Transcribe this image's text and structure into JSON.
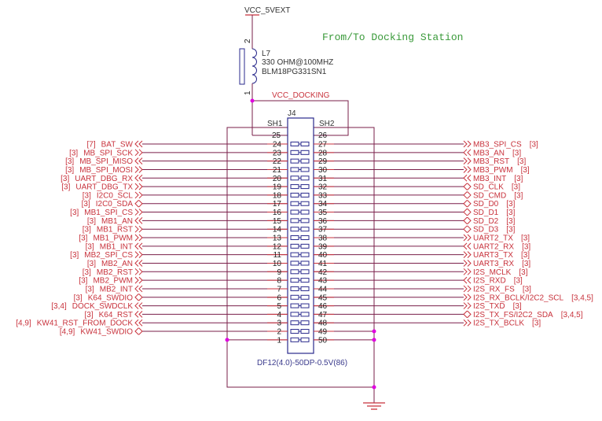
{
  "title_note": "From/To Docking Station",
  "power": {
    "top_net": "VCC_5VEXT",
    "docking_net": "VCC_DOCKING"
  },
  "inductor": {
    "ref": "L7",
    "value": "330 OHM@100MHZ",
    "part": "BLM18PG331SN1",
    "pin_top": "2",
    "pin_bottom": "1"
  },
  "connector": {
    "ref": "J4",
    "part": "DF12(4.0)-50DP-0.5V(86)",
    "sh1": "SH1",
    "sh2": "SH2",
    "top_left_pin": "25",
    "top_right_pin": "26",
    "ground_left_pin": "1",
    "ground_right_pins": [
      "49",
      "50"
    ]
  },
  "colors": {
    "wire": "#7a1f4a",
    "net_label": "#c8323c",
    "junction": "#e000e0",
    "connector": "#2a2a8c"
  },
  "left_nets": [
    {
      "pin": "24",
      "name": "BAT_SW",
      "ref": "[7]",
      "dir": "in"
    },
    {
      "pin": "23",
      "name": "MB_SPI_SCK",
      "ref": "[3]",
      "dir": "out"
    },
    {
      "pin": "22",
      "name": "MB_SPI_MISO",
      "ref": "[3]",
      "dir": "in"
    },
    {
      "pin": "21",
      "name": "MB_SPI_MOSI",
      "ref": "[3]",
      "dir": "out"
    },
    {
      "pin": "20",
      "name": "UART_DBG_RX",
      "ref": "[3]",
      "dir": "in"
    },
    {
      "pin": "19",
      "name": "UART_DBG_TX",
      "ref": "[3]",
      "dir": "out"
    },
    {
      "pin": "18",
      "name": "I2C0_SCL",
      "ref": "[3]",
      "dir": "out"
    },
    {
      "pin": "17",
      "name": "I2C0_SDA",
      "ref": "[3]",
      "dir": "bi"
    },
    {
      "pin": "16",
      "name": "MB1_SPI_CS",
      "ref": "[3]",
      "dir": "out"
    },
    {
      "pin": "15",
      "name": "MB1_AN",
      "ref": "[3]",
      "dir": "in"
    },
    {
      "pin": "14",
      "name": "MB1_RST",
      "ref": "[3]",
      "dir": "out"
    },
    {
      "pin": "13",
      "name": "MB1_PWM",
      "ref": "[3]",
      "dir": "out"
    },
    {
      "pin": "12",
      "name": "MB1_INT",
      "ref": "[3]",
      "dir": "in"
    },
    {
      "pin": "11",
      "name": "MB2_SPI_CS",
      "ref": "[3]",
      "dir": "out"
    },
    {
      "pin": "10",
      "name": "MB2_AN",
      "ref": "[3]",
      "dir": "in"
    },
    {
      "pin": "9",
      "name": "MB2_RST",
      "ref": "[3]",
      "dir": "out"
    },
    {
      "pin": "8",
      "name": "MB2_PWM",
      "ref": "[3]",
      "dir": "out"
    },
    {
      "pin": "7",
      "name": "MB2_INT",
      "ref": "[3]",
      "dir": "in"
    },
    {
      "pin": "6",
      "name": "K64_SWDIO",
      "ref": "[3]",
      "dir": "bi"
    },
    {
      "pin": "5",
      "name": "DOCK_SWDCLK",
      "ref": "[3,4]",
      "dir": "in"
    },
    {
      "pin": "4",
      "name": "K64_RST",
      "ref": "[3]",
      "dir": "in"
    },
    {
      "pin": "3",
      "name": "KW41_RST_FROM_DOCK",
      "ref": "[4,9]",
      "dir": "in"
    },
    {
      "pin": "2",
      "name": "KW41_SWDIO",
      "ref": "[4,9]",
      "dir": "bi"
    }
  ],
  "right_nets": [
    {
      "pin": "27",
      "name": "MB3_SPI_CS",
      "ref": "[3]",
      "dir": "in"
    },
    {
      "pin": "28",
      "name": "MB3_AN",
      "ref": "[3]",
      "dir": "out"
    },
    {
      "pin": "29",
      "name": "MB3_RST",
      "ref": "[3]",
      "dir": "in"
    },
    {
      "pin": "30",
      "name": "MB3_PWM",
      "ref": "[3]",
      "dir": "in"
    },
    {
      "pin": "31",
      "name": "MB3_INT",
      "ref": "[3]",
      "dir": "out"
    },
    {
      "pin": "32",
      "name": "SD_CLK",
      "ref": "[3]",
      "dir": "bi"
    },
    {
      "pin": "33",
      "name": "SD_CMD",
      "ref": "[3]",
      "dir": "bi"
    },
    {
      "pin": "34",
      "name": "SD_D0",
      "ref": "[3]",
      "dir": "bi"
    },
    {
      "pin": "35",
      "name": "SD_D1",
      "ref": "[3]",
      "dir": "bi"
    },
    {
      "pin": "36",
      "name": "SD_D2",
      "ref": "[3]",
      "dir": "bi"
    },
    {
      "pin": "37",
      "name": "SD_D3",
      "ref": "[3]",
      "dir": "bi"
    },
    {
      "pin": "38",
      "name": "UART2_TX",
      "ref": "[3]",
      "dir": "in"
    },
    {
      "pin": "39",
      "name": "UART2_RX",
      "ref": "[3]",
      "dir": "out"
    },
    {
      "pin": "40",
      "name": "UART3_TX",
      "ref": "[3]",
      "dir": "in"
    },
    {
      "pin": "41",
      "name": "UART3_RX",
      "ref": "[3]",
      "dir": "in"
    },
    {
      "pin": "42",
      "name": "I2S_MCLK",
      "ref": "[3]",
      "dir": "in"
    },
    {
      "pin": "43",
      "name": "I2S_RXD",
      "ref": "[3]",
      "dir": "out"
    },
    {
      "pin": "44",
      "name": "I2S_RX_FS",
      "ref": "[3]",
      "dir": "in"
    },
    {
      "pin": "45",
      "name": "I2S_RX_BCLK/I2C2_SCL",
      "ref": "[3,4,5]",
      "dir": "in"
    },
    {
      "pin": "46",
      "name": "I2S_TXD",
      "ref": "[3]",
      "dir": "in"
    },
    {
      "pin": "47",
      "name": "I2S_TX_FS/I2C2_SDA",
      "ref": "[3,4,5]",
      "dir": "bi"
    },
    {
      "pin": "48",
      "name": "I2S_TX_BCLK",
      "ref": "[3]",
      "dir": "in"
    }
  ]
}
